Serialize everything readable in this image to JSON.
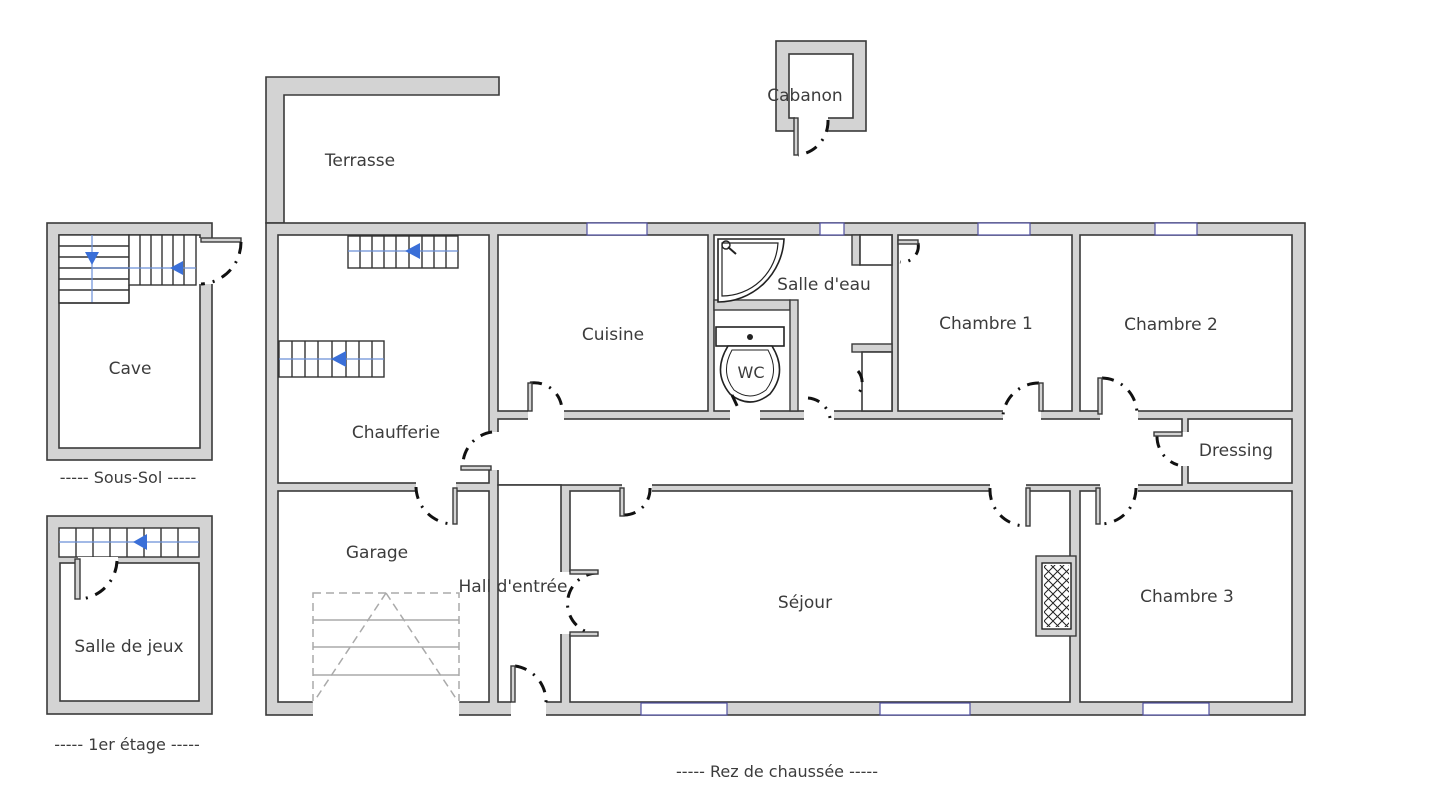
{
  "plan": {
    "levels": [
      {
        "id": "sous-sol",
        "caption": "-----  Sous-Sol  -----"
      },
      {
        "id": "1er-etage",
        "caption": "-----  1er étage  -----"
      },
      {
        "id": "rdc",
        "caption": "-----  Rez de chaussée  -----"
      }
    ],
    "rooms": {
      "cave": "Cave",
      "salle_de_jeux": "Salle de jeux",
      "terrasse": "Terrasse",
      "cabanon": "Cabanon",
      "chaufferie": "Chaufferie",
      "garage": "Garage",
      "hall": "Hall d'entrée",
      "cuisine": "Cuisine",
      "salle_eau": "Salle d'eau",
      "wc": "WC",
      "chambre1": "Chambre 1",
      "chambre2": "Chambre 2",
      "chambre3": "Chambre 3",
      "dressing": "Dressing",
      "sejour": "Séjour"
    },
    "colors": {
      "wall_fill": "#d3d3d3",
      "wall_stroke": "#3a3a3a",
      "stair_arrow": "#3a6fd8",
      "window": "#5050a0"
    }
  }
}
